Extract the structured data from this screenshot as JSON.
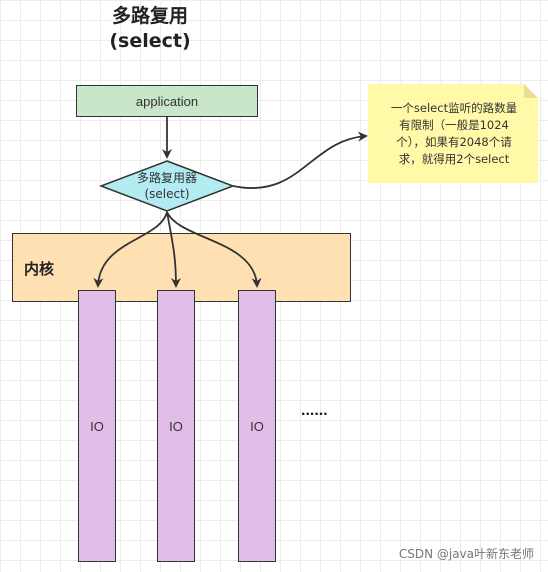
{
  "title": {
    "line1": "多路复用",
    "line2": "(select)"
  },
  "application": {
    "label": "application"
  },
  "multiplexer": {
    "line1": "多路复用器",
    "line2": "(select)"
  },
  "kernel": {
    "label": "内核"
  },
  "io_channels": [
    "IO",
    "IO",
    "IO"
  ],
  "more": "......",
  "note": {
    "lines": [
      "一个select监听的路数量",
      "有限制（一般是1024",
      "个），如果有2048个请",
      "求，就得用2个select"
    ]
  },
  "watermark": "CSDN @java叶新东老师",
  "colors": {
    "application_fill": "#c8e6c9",
    "multiplexer_fill": "#b2ebf2",
    "kernel_fill": "#ffe0b2",
    "io_fill": "#e1bee7",
    "note_fill": "#fff9a8"
  }
}
